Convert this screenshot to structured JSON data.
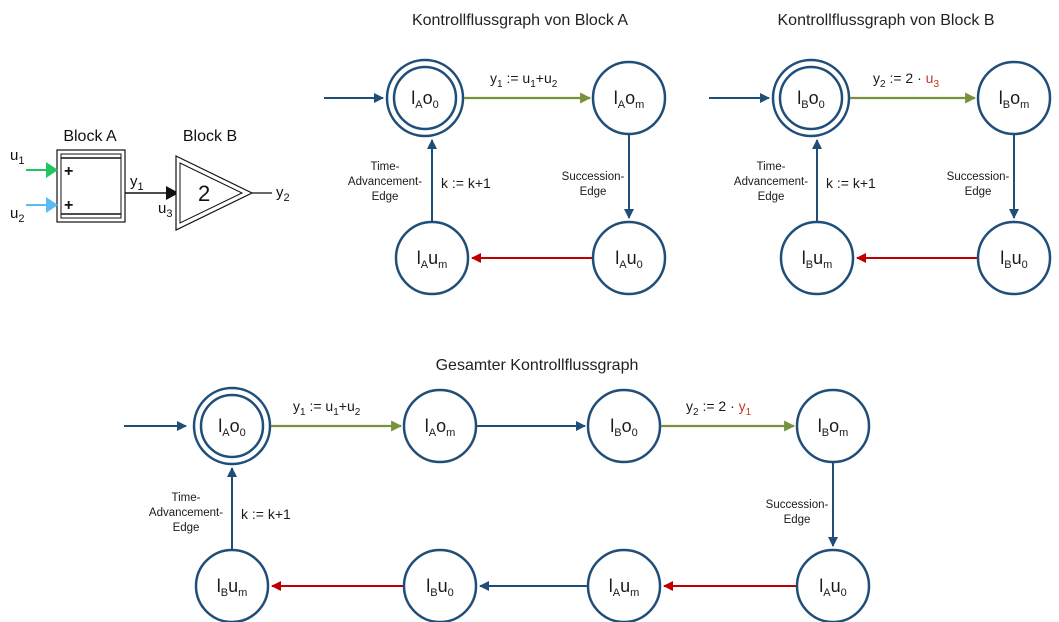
{
  "colors": {
    "node_stroke": "#1f4e79",
    "edge_blue": "#1f4e79",
    "edge_green": "#76923c",
    "edge_red": "#c00000",
    "highlight_text": "#c0392b",
    "input_green": "#22c55e",
    "input_blue": "#5bbcf5"
  },
  "simulink": {
    "block_a_title": "Block A",
    "block_b_title": "Block B",
    "sum_sign_1": "+",
    "sum_sign_2": "+",
    "gain_value": "2",
    "u1": {
      "base": "u",
      "sub": "1"
    },
    "u2": {
      "base": "u",
      "sub": "2"
    },
    "u3": {
      "base": "u",
      "sub": "3"
    },
    "y1": {
      "base": "y",
      "sub": "1"
    },
    "y2": {
      "base": "y",
      "sub": "2"
    }
  },
  "graph_a": {
    "title": "Kontrollflussgraph von Block A",
    "node_ao0": {
      "l": "l",
      "ls": "A",
      "v": "o",
      "vs": "0"
    },
    "node_aom": {
      "l": "l",
      "ls": "A",
      "v": "o",
      "vs": "m"
    },
    "node_au0": {
      "l": "l",
      "ls": "A",
      "v": "u",
      "vs": "0"
    },
    "node_aum": {
      "l": "l",
      "ls": "A",
      "v": "u",
      "vs": "m"
    },
    "assign": {
      "lhs": "y",
      "lhs_sub": "1",
      "op": " := u",
      "a_sub": "1",
      "plus": "+u",
      "b_sub": "2"
    },
    "succession_1": "Succession-",
    "succession_2": "Edge",
    "time_1": "Time-",
    "time_2": "Advancement-",
    "time_3": "Edge",
    "k_update": "k := k+1"
  },
  "graph_b": {
    "title": "Kontrollflussgraph von Block B",
    "node_bo0": {
      "l": "l",
      "ls": "B",
      "v": "o",
      "vs": "0"
    },
    "node_bom": {
      "l": "l",
      "ls": "B",
      "v": "o",
      "vs": "m"
    },
    "node_bu0": {
      "l": "l",
      "ls": "B",
      "v": "u",
      "vs": "0"
    },
    "node_bum": {
      "l": "l",
      "ls": "B",
      "v": "u",
      "vs": "m"
    },
    "assign": {
      "lhs": "y",
      "lhs_sub": "2",
      "op": " := 2 · ",
      "rhs": "u",
      "rhs_sub": "3"
    },
    "succession_1": "Succession-",
    "succession_2": "Edge",
    "time_1": "Time-",
    "time_2": "Advancement-",
    "time_3": "Edge",
    "k_update": "k := k+1"
  },
  "graph_total": {
    "title": "Gesamter Kontrollflussgraph",
    "node_ao0": {
      "l": "l",
      "ls": "A",
      "v": "o",
      "vs": "0"
    },
    "node_aom": {
      "l": "l",
      "ls": "A",
      "v": "o",
      "vs": "m"
    },
    "node_bo0": {
      "l": "l",
      "ls": "B",
      "v": "o",
      "vs": "0"
    },
    "node_bom": {
      "l": "l",
      "ls": "B",
      "v": "o",
      "vs": "m"
    },
    "node_au0": {
      "l": "l",
      "ls": "A",
      "v": "u",
      "vs": "0"
    },
    "node_aum": {
      "l": "l",
      "ls": "A",
      "v": "u",
      "vs": "m"
    },
    "node_bu0": {
      "l": "l",
      "ls": "B",
      "v": "u",
      "vs": "0"
    },
    "node_bum": {
      "l": "l",
      "ls": "B",
      "v": "u",
      "vs": "m"
    },
    "assign_a": {
      "lhs": "y",
      "lhs_sub": "1",
      "op": " := u",
      "a_sub": "1",
      "plus": "+u",
      "b_sub": "2"
    },
    "assign_b": {
      "lhs": "y",
      "lhs_sub": "2",
      "op": " := 2 · ",
      "rhs": "y",
      "rhs_sub": "1"
    },
    "succession_1": "Succession-",
    "succession_2": "Edge",
    "time_1": "Time-",
    "time_2": "Advancement-",
    "time_3": "Edge",
    "k_update": "k := k+1"
  }
}
